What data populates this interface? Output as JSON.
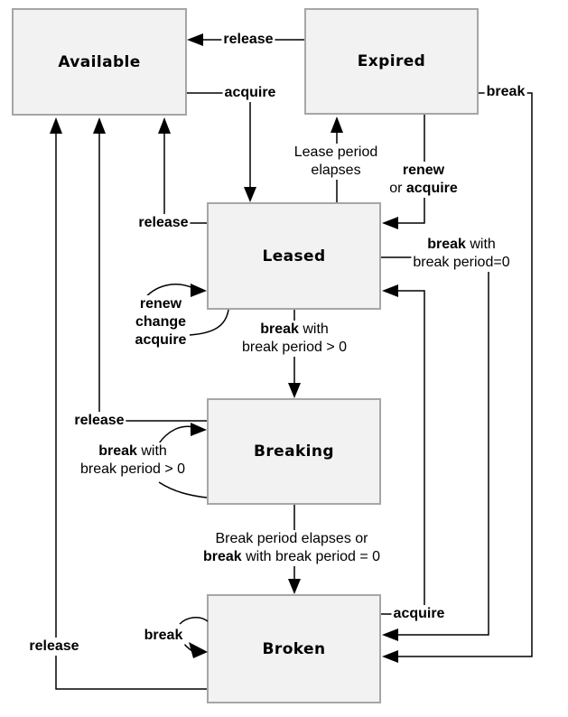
{
  "palette": {
    "background": "#ffffff",
    "box_fill": "#f2f2f2",
    "box_border": "#a6a6a6",
    "line_color": "#000000",
    "text_color": "#000000"
  },
  "states": {
    "available": {
      "label": "Available"
    },
    "expired": {
      "label": "Expired"
    },
    "leased": {
      "label": "Leased"
    },
    "breaking": {
      "label": "Breaking"
    },
    "broken": {
      "label": "Broken"
    }
  },
  "transitions": {
    "expired_release": {
      "b1": "release"
    },
    "available_acquire": {
      "b1": "acquire"
    },
    "lease_period_elapses": {
      "r1": "Lease period",
      "r2": "elapses"
    },
    "renew_or_acquire": {
      "b1": "renew",
      "r1": "or ",
      "b2": "acquire"
    },
    "expired_break": {
      "b1": "break"
    },
    "leased_release": {
      "b1": "release"
    },
    "leased_self_loop": {
      "b1": "renew",
      "b2": "change",
      "b3": "acquire"
    },
    "break_gt0": {
      "b1": "break",
      "r1": " with",
      "r2": "break period > 0"
    },
    "break_eq0": {
      "b1": "break",
      "r1": " with",
      "r2": "break period=0"
    },
    "breaking_release": {
      "b1": "release"
    },
    "breaking_self_loop": {
      "b1": "break",
      "r1": " with",
      "r2": "break period > 0"
    },
    "break_elapses": {
      "r1": "Break period elapses or",
      "b1": "break",
      "r2": " with break period = 0"
    },
    "broken_acquire": {
      "b1": "acquire"
    },
    "broken_self_loop": {
      "b1": "break"
    },
    "broken_release": {
      "b1": "release"
    }
  }
}
